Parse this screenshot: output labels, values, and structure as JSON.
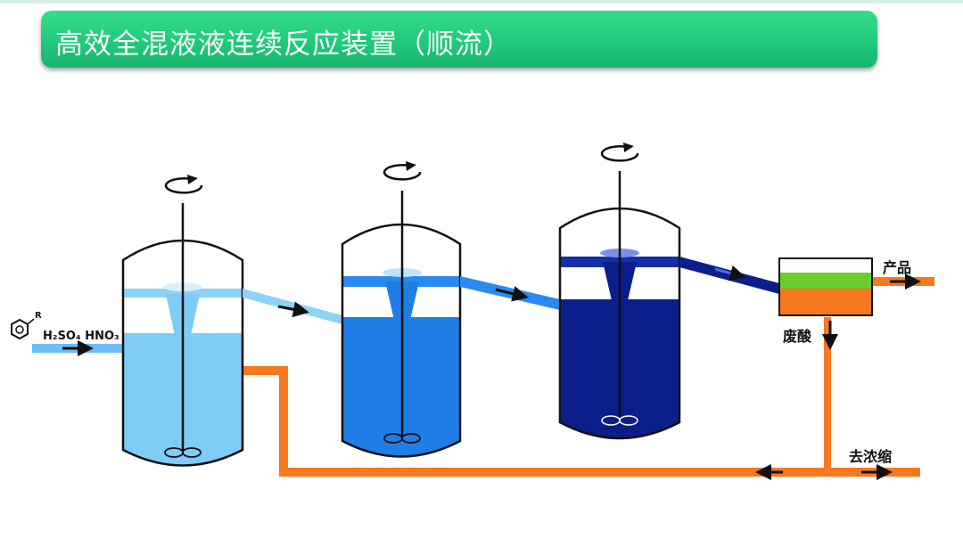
{
  "title": "高效全混液液连续反应装置（顺流）",
  "labels": {
    "reagents": "H₂SO₄ HNO₃",
    "substituent": "R",
    "benzene_ring": "O",
    "product": "产品",
    "waste_acid": "废酸",
    "to_concentrate": "去浓缩"
  },
  "colors": {
    "banner": "#1ec87a",
    "reactor1_liquid": "#7ecbf6",
    "reactor2_liquid": "#1f7ee6",
    "reactor3_liquid": "#0a1f8c",
    "acid_line": "#f7781e",
    "product_layer": "#69cd2b",
    "feed_line": "#6cbdf5"
  },
  "reactors": [
    {
      "name": "reactor-1",
      "liquid": "light-blue"
    },
    {
      "name": "reactor-2",
      "liquid": "medium-blue"
    },
    {
      "name": "reactor-3",
      "liquid": "dark-blue"
    }
  ]
}
